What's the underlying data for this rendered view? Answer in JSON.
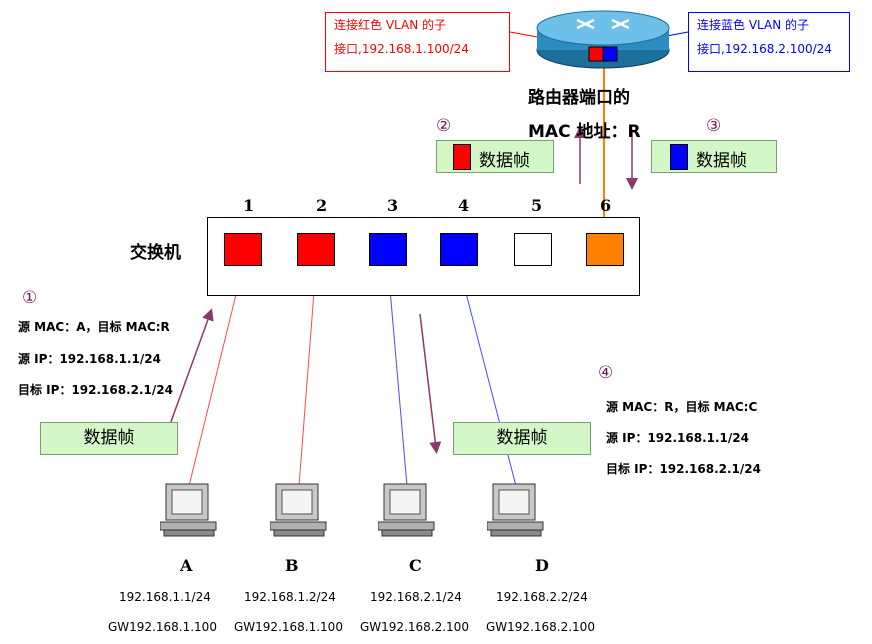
{
  "callouts": {
    "red": {
      "line1": "连接红色 VLAN 的子",
      "line2": "接口,192.168.1.100/24"
    },
    "blue": {
      "line1": "连接蓝色 VLAN 的子",
      "line2": "接口,192.168.2.100/24"
    }
  },
  "router": {
    "caption_line1": "路由器端口的",
    "caption_line2": "MAC 地址：R"
  },
  "steps": [
    "①",
    "②",
    "③",
    "④"
  ],
  "frame_label": "数据帧",
  "switch": {
    "label": "交换机",
    "ports": [
      "1",
      "2",
      "3",
      "4",
      "5",
      "6"
    ]
  },
  "frame1_info": [
    "源 MAC：A，目标 MAC:R",
    "源 IP：192.168.1.1/24",
    "目标 IP：192.168.2.1/24"
  ],
  "frame4_info": [
    "源 MAC：R，目标 MAC:C",
    "源 IP：192.168.1.1/24",
    "目标 IP：192.168.2.1/24"
  ],
  "computers": [
    {
      "name": "A",
      "ip": "192.168.1.1/24",
      "gw": "GW192.168.1.100"
    },
    {
      "name": "B",
      "ip": "192.168.1.2/24",
      "gw": "GW192.168.1.100"
    },
    {
      "name": "C",
      "ip": "192.168.2.1/24",
      "gw": "GW192.168.2.100"
    },
    {
      "name": "D",
      "ip": "192.168.2.2/24",
      "gw": "GW192.168.2.100"
    }
  ],
  "colors": {
    "red_vlan": "#ff0000",
    "blue_vlan": "#0000ff",
    "trunk": "#ff7f00",
    "arrow": "#8a3a6a",
    "frame_bg": "#d4f7c8"
  }
}
